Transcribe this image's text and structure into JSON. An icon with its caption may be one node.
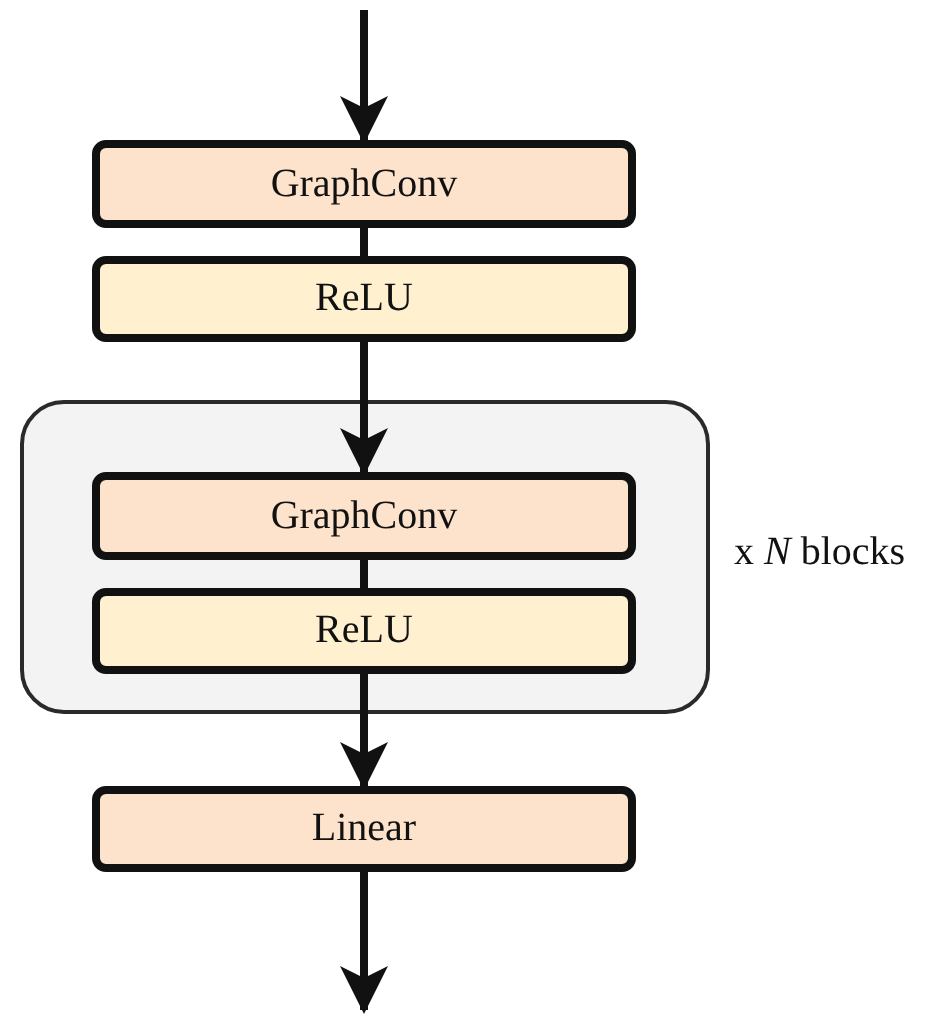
{
  "diagram": {
    "nodes": [
      {
        "text": [
          "GraphConv"
        ]
      },
      {
        "text": [
          "ReLU"
        ]
      },
      {
        "text": [],
        "shape": "box",
        "beside": [
          "x *N* blocks"
        ]
      },
      {
        "text": [
          "GraphConv"
        ],
        "in": 2
      },
      {
        "text": [
          "ReLU"
        ],
        "in": 2
      },
      {
        "text": [
          "Linear"
        ]
      }
    ],
    "edges": [
      {
        "from": null,
        "to": 0,
        "arrow": "to"
      },
      {
        "from": 0,
        "to": 1,
        "arrow": "none"
      },
      {
        "from": 1,
        "to": 3,
        "arrow": "to"
      },
      {
        "from": 3,
        "to": 4,
        "arrow": "none"
      },
      {
        "from": 4,
        "to": 5,
        "arrow": "to"
      },
      {
        "from": 5,
        "to": null,
        "arrow": "to"
      }
    ]
  }
}
